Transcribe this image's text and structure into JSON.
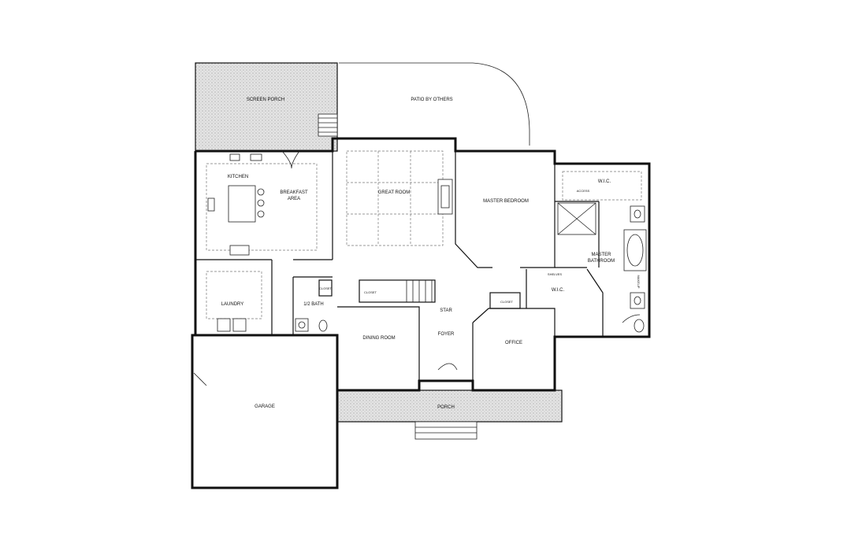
{
  "rooms": {
    "screen_porch": "SCREEN PORCH",
    "patio": "PATIO BY OTHERS",
    "kitchen": "KITCHEN",
    "breakfast_line1": "BREAKFAST",
    "breakfast_line2": "AREA",
    "great_room": "GREAT ROOM",
    "master_bedroom": "MASTER BEDROOM",
    "wic_top": "W.I.C.",
    "access": "ACCESS",
    "master_bath_line1": "MASTER",
    "master_bath_line2": "BATHROOM",
    "laundry": "LAUNDRY",
    "closet_small": "CLOSET",
    "half_bath": "1/2 BATH",
    "closet_stair": "CLOSET",
    "closet_foyer": "CLOSET",
    "shelves": "SHELVES",
    "wic_mid": "W.I.C.",
    "star": "STAR",
    "foyer": "FOYER",
    "dining_room": "DINING ROOM",
    "office": "OFFICE",
    "garage": "GARAGE",
    "porch": "PORCH",
    "makeup": "MAKEUP"
  }
}
